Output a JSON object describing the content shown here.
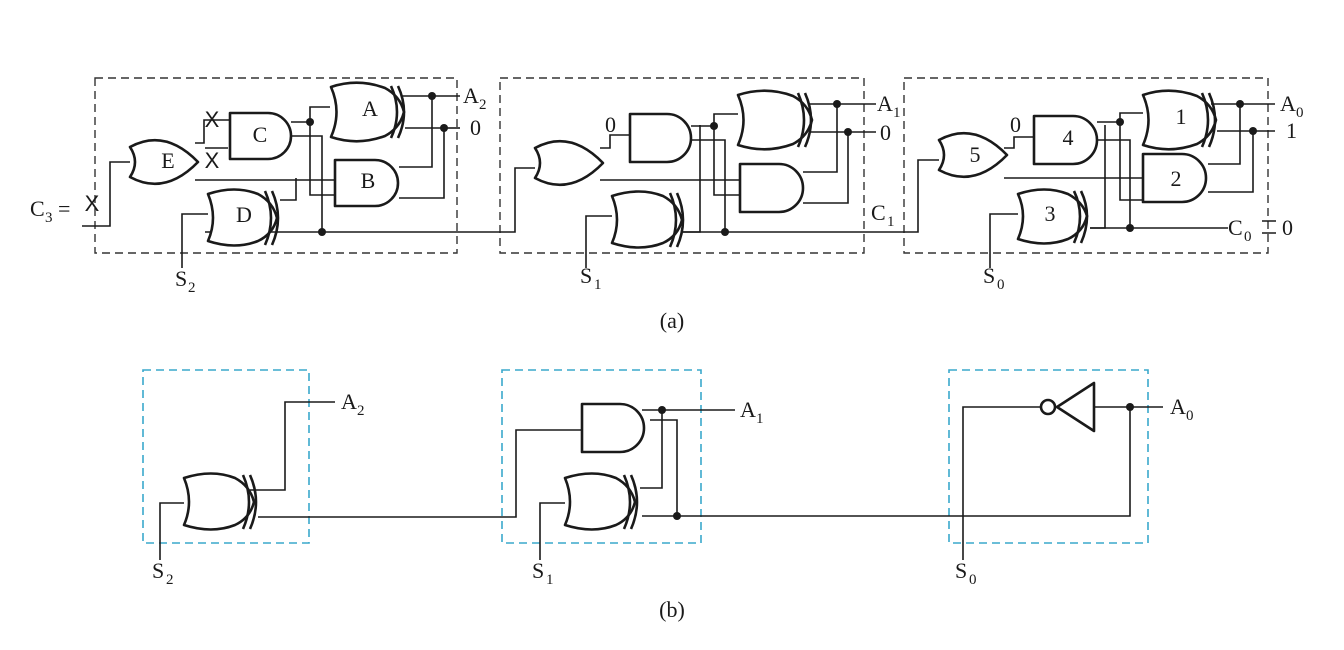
{
  "captions": {
    "a": "(a)",
    "b": "(b)"
  },
  "gates_a": {
    "A": "A",
    "B": "B",
    "C": "C",
    "D": "D",
    "E": "E",
    "g1": "1",
    "g2": "2",
    "g3": "3",
    "g4": "4",
    "g5": "5"
  },
  "signals": {
    "A": "A",
    "S": "S",
    "C": "C",
    "sub2": "2",
    "sub1": "1",
    "sub0": "0"
  },
  "constants": {
    "zero": "0",
    "one": "1",
    "eq": "=",
    "x": "X"
  }
}
